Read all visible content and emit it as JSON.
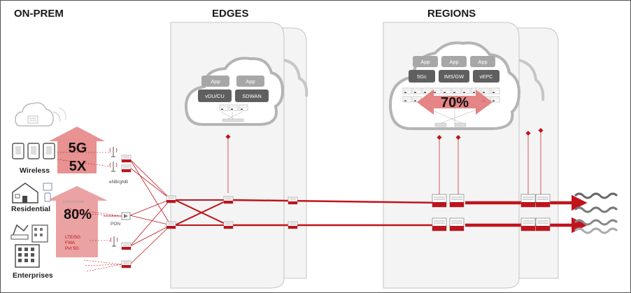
{
  "headers": {
    "onprem": "ON-PREM",
    "edges": "EDGES",
    "regions": "REGIONS"
  },
  "categories": {
    "wireless": "Wireless",
    "residential": "Residential",
    "enterprises": "Enterprises"
  },
  "growth": {
    "wireless_line1": "5G",
    "wireless_line2": "5X",
    "residential": "80%",
    "regions": "70%"
  },
  "labels": {
    "enb": "eNB/gNB",
    "pon": "PON",
    "ent_line1": "LTE/5G",
    "ent_line2": "FWA",
    "ent_line3": "Pvt 5G",
    "res_small": "LE/PC/STD/Wf"
  },
  "edge_cloud": {
    "apps": [
      "App",
      "App"
    ],
    "functions": [
      "vDU/CU",
      "SDWAN"
    ]
  },
  "region_cloud": {
    "apps": [
      "App",
      "App",
      "App"
    ],
    "functions": [
      "5Gc",
      "IMS/GW",
      "vEPC"
    ]
  },
  "colors": {
    "accent": "#c0131c",
    "growth_fill": "#e89292",
    "app_box": "#a7a7a7",
    "func_box": "#5f5f5f",
    "panel": "#f3f3f3"
  }
}
